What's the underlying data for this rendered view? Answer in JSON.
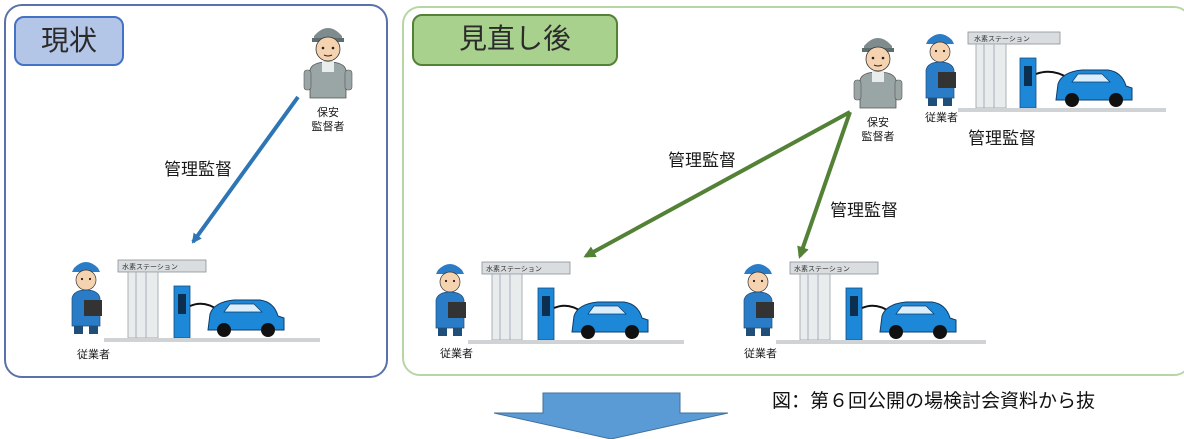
{
  "current": {
    "tag": "現状",
    "inspector_line1": "保安",
    "inspector_line2": "監督者",
    "management_label": "管理監督",
    "station_sign": "水素ステーション",
    "worker_label": "従業者"
  },
  "after": {
    "tag": "見直し後",
    "inspector_line1": "保安",
    "inspector_line2": "監督者",
    "management_label_top": "管理監督",
    "management_label_left": "管理監督",
    "management_label_middle": "管理監督",
    "station_sign_top": "水素ステーション",
    "station_sign_left": "水素ステーション",
    "station_sign_middle": "水素ステーション",
    "worker_label_top": "従業者",
    "worker_label_left": "従業者",
    "worker_label_middle": "従業者"
  },
  "caption": "図：第６回公開の場検討会資料から抜",
  "colors": {
    "current_border": "#5b72a8",
    "current_tag_fill": "#b4c6e7",
    "after_border": "#b7d6a5",
    "after_tag_fill": "#a9d18e",
    "arrow_blue": "#2e75b6",
    "arrow_green": "#538135",
    "car_blue": "#1e88d8",
    "down_arrow_fill": "#5b9bd5"
  }
}
